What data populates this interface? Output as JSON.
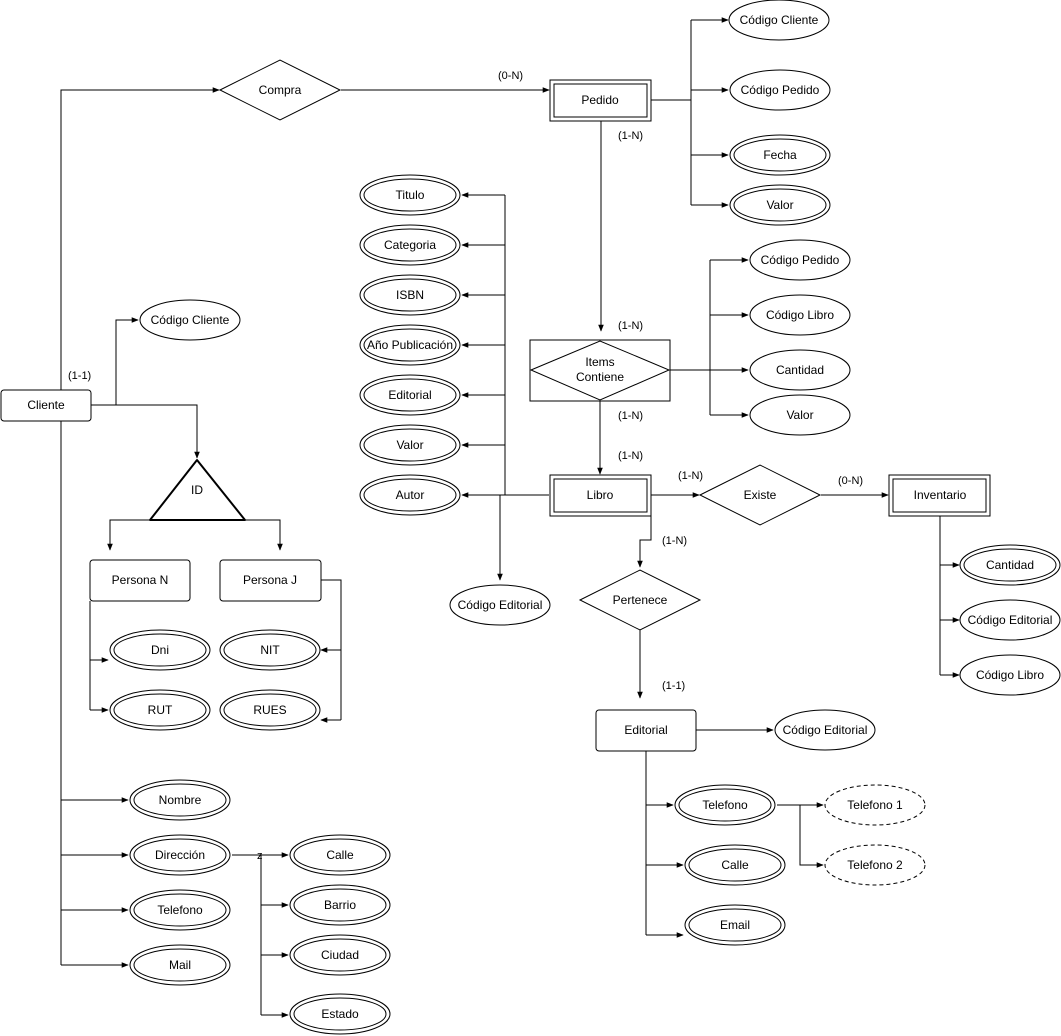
{
  "cliente": {
    "entity": "Cliente",
    "cardinality": "(1-1)",
    "codigo_cliente": "Código Cliente",
    "id_label": "ID",
    "persona_n": "Persona N",
    "persona_j": "Persona J",
    "dni": "Dni",
    "rut": "RUT",
    "nit": "NIT",
    "rues": "RUES",
    "nombre": "Nombre",
    "direccion": "Dirección",
    "direccion_mark": "z",
    "telefono": "Telefono",
    "mail": "Mail",
    "calle": "Calle",
    "barrio": "Barrio",
    "ciudad": "Ciudad",
    "estado": "Estado"
  },
  "compra": {
    "label": "Compra",
    "cardinality": "(0-N)"
  },
  "pedido": {
    "entity": "Pedido",
    "codigo_cliente": "Código Cliente",
    "codigo_pedido": "Código Pedido",
    "fecha": "Fecha",
    "valor": "Valor",
    "cardinality": "(1-N)"
  },
  "items": {
    "line1": "Items",
    "line2": "Contiene",
    "card_in": "(1-N)",
    "card_out": "(1-N)",
    "codigo_pedido": "Código Pedido",
    "codigo_libro": "Código Libro",
    "cantidad": "Cantidad",
    "valor": "Valor"
  },
  "libro": {
    "entity": "Libro",
    "card_top": "(1-N)",
    "card_existe": "(1-N)",
    "card_pertenece": "(1-N)",
    "titulo": "Titulo",
    "categoria": "Categoria",
    "isbn": "ISBN",
    "anio": "Año Publicación",
    "editorial": "Editorial",
    "valor": "Valor",
    "autor": "Autor",
    "codigo_editorial": "Código Editorial"
  },
  "existe": {
    "label": "Existe",
    "cardinality": "(0-N)"
  },
  "inventario": {
    "entity": "Inventario",
    "cantidad": "Cantidad",
    "codigo_editorial": "Código Editorial",
    "codigo_libro": "Código Libro"
  },
  "pertenece": {
    "label": "Pertenece",
    "cardinality": "(1-1)"
  },
  "editorial": {
    "entity": "Editorial",
    "codigo_editorial": "Código Editorial",
    "telefono": "Telefono",
    "telefono1": "Telefono 1",
    "telefono2": "Telefono 2",
    "calle": "Calle",
    "email": "Email"
  }
}
